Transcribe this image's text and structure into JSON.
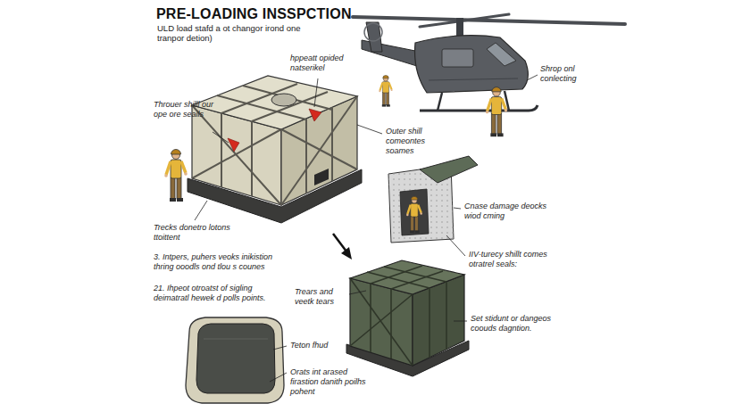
{
  "diagram": {
    "title": "PRE-LOADING INSSPCTION",
    "labels": [
      "ULD load stafd a ot changor irond one tranpor detion)",
      "Throuer shilll our ope ore seails",
      "hppeatt opided natserikel",
      "Outer shill comeontes soames",
      "Shrop onl conlecting",
      "Trecks donetro lotons ttoittent",
      "Cnase damage deocks wiod cming",
      "IIV-turecy shillt comes otratrel seals:",
      "3. Intpers, puhers veoks inikistion thring ooodls ond tlou s counes",
      "21. Ihpeot otroatst of sigling deimatratl hewek d polls points.",
      "Trears and veetk tears",
      "Set stidunt or dangeos coouds dagntion.",
      "Teton fhud",
      "Orats int arased firastion danith poilhs pohent"
    ]
  }
}
